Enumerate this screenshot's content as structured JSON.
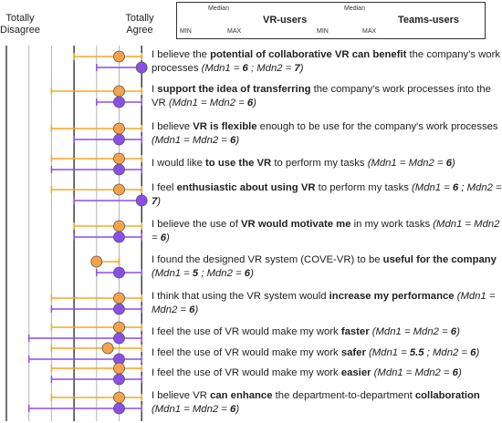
{
  "axis": {
    "left_label_line1": "Totally",
    "left_label_line2": "Disagree",
    "right_label_line1": "Totally",
    "right_label_line2": "Agree",
    "scale_min": 1,
    "scale_max": 7
  },
  "legend": {
    "median_caption": "Median",
    "min_caption": "MIN",
    "max_caption": "MAX",
    "vr_label": "VR-users",
    "teams_label": "Teams-users"
  },
  "colors": {
    "vr": "#f5a623",
    "teams": "#8a4fe8",
    "vr_dot": "#f5a34a",
    "gridline": "#b5b5b5",
    "axis_line": "#222222"
  },
  "chart_data": {
    "type": "range-dot",
    "title": "",
    "series": [
      {
        "name": "VR-users",
        "color": "#f5a623"
      },
      {
        "name": "Teams-users",
        "color": "#8a4fe8"
      }
    ],
    "items": [
      {
        "segments": [
          [
            "I believe the ",
            ""
          ],
          [
            "potential of collaborative VR  can benefit",
            "b"
          ],
          [
            " the company's work processes ",
            ""
          ],
          [
            "(Mdn1 = ",
            "i"
          ],
          [
            "6",
            "bi"
          ],
          [
            " ; Mdn2 = ",
            "i"
          ],
          [
            "7",
            "bi"
          ],
          [
            ")",
            "i"
          ]
        ],
        "vr": {
          "min": 4,
          "median": 6,
          "max": 7
        },
        "teams": {
          "min": 5,
          "median": 7,
          "max": 7
        }
      },
      {
        "segments": [
          [
            "I ",
            ""
          ],
          [
            "support the idea of transferring",
            "b"
          ],
          [
            " the company's work processes into the VR ",
            ""
          ],
          [
            "(Mdn1 = Mdn2 = ",
            "i"
          ],
          [
            "6",
            "bi"
          ],
          [
            ")",
            "i"
          ]
        ],
        "vr": {
          "min": 3,
          "median": 6,
          "max": 7
        },
        "teams": {
          "min": 5,
          "median": 6,
          "max": 7
        }
      },
      {
        "segments": [
          [
            "I believe ",
            ""
          ],
          [
            "VR is flexible",
            "b"
          ],
          [
            " enough to be use for the company's work processes ",
            ""
          ],
          [
            "(Mdn1 = Mdn2 = ",
            "i"
          ],
          [
            "6",
            "bi"
          ],
          [
            ")",
            "i"
          ]
        ],
        "vr": {
          "min": 3,
          "median": 6,
          "max": 7
        },
        "teams": {
          "min": 4,
          "median": 6,
          "max": 7
        }
      },
      {
        "segments": [
          [
            "I would like ",
            ""
          ],
          [
            "to use the VR",
            "b"
          ],
          [
            "  to perform my tasks ",
            ""
          ],
          [
            "(Mdn1 = Mdn2 = ",
            "i"
          ],
          [
            "6",
            "bi"
          ],
          [
            ")",
            "i"
          ]
        ],
        "vr": {
          "min": 3,
          "median": 6,
          "max": 7
        },
        "teams": {
          "min": 3,
          "median": 6,
          "max": 7
        }
      },
      {
        "segments": [
          [
            "I feel ",
            ""
          ],
          [
            "enthusiastic about using VR",
            "b"
          ],
          [
            " to perform my tasks ",
            ""
          ],
          [
            "(Mdn1 = ",
            "i"
          ],
          [
            "6",
            "bi"
          ],
          [
            " ; Mdn2 = ",
            "i"
          ],
          [
            "7",
            "bi"
          ],
          [
            ")",
            "i"
          ]
        ],
        "vr": {
          "min": 3,
          "median": 6,
          "max": 7
        },
        "teams": {
          "min": 4,
          "median": 7,
          "max": 7
        }
      },
      {
        "segments": [
          [
            "I believe the use of ",
            ""
          ],
          [
            "VR would motivate me",
            "b"
          ],
          [
            " in my work tasks ",
            ""
          ],
          [
            "(Mdn1 = Mdn2 = ",
            "i"
          ],
          [
            "6",
            "bi"
          ],
          [
            ")",
            "i"
          ]
        ],
        "vr": {
          "min": 4,
          "median": 6,
          "max": 7
        },
        "teams": {
          "min": 4,
          "median": 6,
          "max": 7
        }
      },
      {
        "segments": [
          [
            "I found the designed VR system (COVE-VR) to be ",
            ""
          ],
          [
            "useful for the company",
            "b"
          ],
          [
            " ",
            ""
          ],
          [
            "(Mdn1 = ",
            "i"
          ],
          [
            "5",
            "bi"
          ],
          [
            " ; Mdn2 = ",
            "i"
          ],
          [
            "6",
            "bi"
          ],
          [
            ")",
            "i"
          ]
        ],
        "vr": {
          "min": 5,
          "median": 5,
          "max": 6
        },
        "teams": {
          "min": 5,
          "median": 6,
          "max": 7
        }
      },
      {
        "segments": [
          [
            "I think that using the VR system would ",
            ""
          ],
          [
            "increase my performance",
            "b"
          ],
          [
            " ",
            ""
          ],
          [
            "(Mdn1 = Mdn2 = ",
            "i"
          ],
          [
            "6",
            "bi"
          ],
          [
            ")",
            "i"
          ]
        ],
        "vr": {
          "min": 3,
          "median": 6,
          "max": 7
        },
        "teams": {
          "min": 3,
          "median": 6,
          "max": 7
        }
      },
      {
        "segments": [
          [
            "I feel the use of VR would make my work ",
            ""
          ],
          [
            "faster",
            "b"
          ],
          [
            " ",
            ""
          ],
          [
            "(Mdn1 = Mdn2 = ",
            "i"
          ],
          [
            "6",
            "bi"
          ],
          [
            ")",
            "i"
          ]
        ],
        "vr": {
          "min": 3,
          "median": 6,
          "max": 7
        },
        "teams": {
          "min": 2,
          "median": 6,
          "max": 7
        }
      },
      {
        "segments": [
          [
            "I feel the use of VR  would make my work ",
            ""
          ],
          [
            "safer",
            "b"
          ],
          [
            " ",
            ""
          ],
          [
            "(Mdn1 = ",
            "i"
          ],
          [
            "5.5",
            "bi"
          ],
          [
            " ; Mdn2 = ",
            "i"
          ],
          [
            "6",
            "bi"
          ],
          [
            ")",
            "i"
          ]
        ],
        "vr": {
          "min": 3,
          "median": 5.5,
          "max": 7
        },
        "teams": {
          "min": 2,
          "median": 6,
          "max": 7
        }
      },
      {
        "segments": [
          [
            "I feel the use of VR would make my work ",
            ""
          ],
          [
            "easier",
            "b"
          ],
          [
            " ",
            ""
          ],
          [
            "(Mdn1 = Mdn2 = ",
            "i"
          ],
          [
            "6",
            "bi"
          ],
          [
            ")",
            "i"
          ]
        ],
        "vr": {
          "min": 3,
          "median": 6,
          "max": 7
        },
        "teams": {
          "min": 3,
          "median": 6,
          "max": 7
        }
      },
      {
        "segments": [
          [
            "I believe VR ",
            ""
          ],
          [
            "can enhance",
            "b"
          ],
          [
            " the department-to-department ",
            ""
          ],
          [
            "collaboration",
            "b"
          ],
          [
            " ",
            ""
          ],
          [
            "(Mdn1 = Mdn2 = ",
            "i"
          ],
          [
            "6",
            "bi"
          ],
          [
            ")",
            "i"
          ]
        ],
        "vr": {
          "min": 3,
          "median": 6,
          "max": 7
        },
        "teams": {
          "min": 2,
          "median": 6,
          "max": 7
        }
      }
    ]
  }
}
